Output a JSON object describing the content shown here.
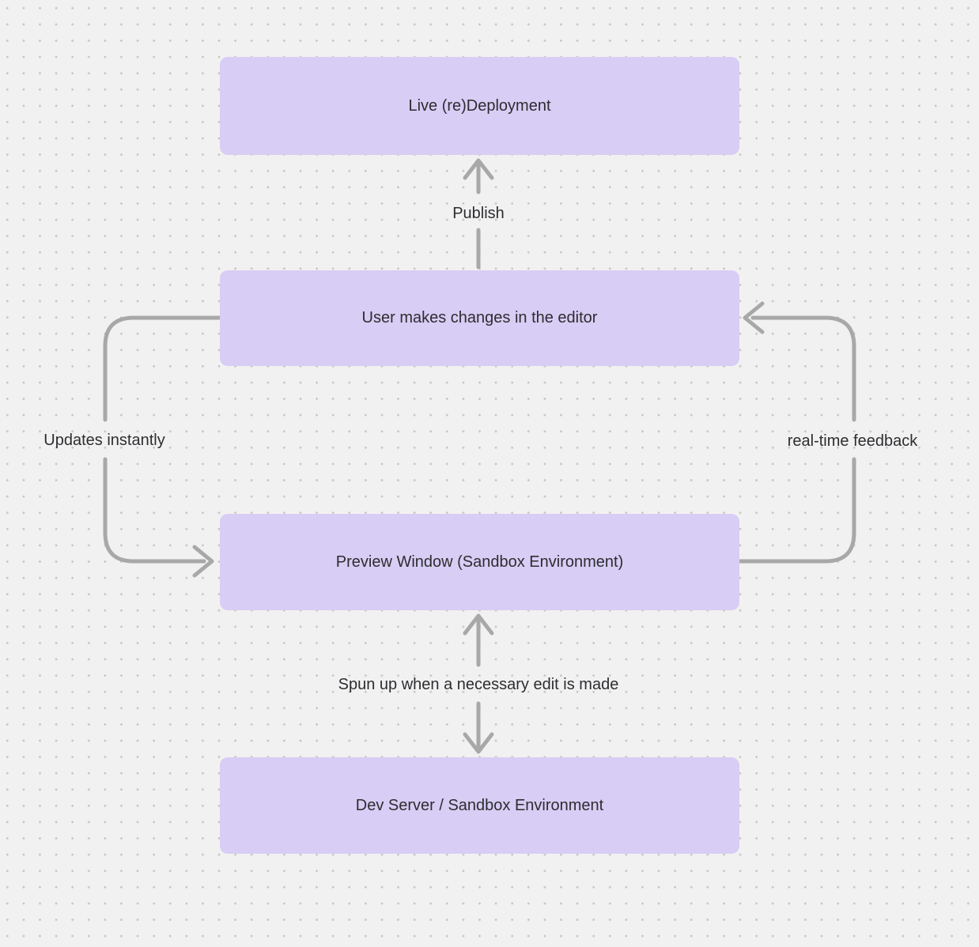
{
  "diagram": {
    "background": {
      "color": "#f2f1f1",
      "dot_color": "#c7c7c7"
    },
    "colors": {
      "node_fill": "#d8cdf4",
      "arrow": "#a8a8a8",
      "text": "#2d2d31"
    },
    "nodes": [
      {
        "id": "live-redeployment",
        "label": "Live (re)Deployment"
      },
      {
        "id": "user-changes",
        "label": "User makes changes in the editor"
      },
      {
        "id": "preview-window",
        "label": "Preview Window (Sandbox Environment)"
      },
      {
        "id": "dev-server",
        "label": "Dev Server / Sandbox Environment"
      }
    ],
    "edges": [
      {
        "id": "publish",
        "label": "Publish",
        "from": "user-changes",
        "to": "live-redeployment",
        "direction": "up"
      },
      {
        "id": "updates-instantly",
        "label": "Updates instantly",
        "from": "user-changes",
        "to": "preview-window",
        "direction": "down-left-loop"
      },
      {
        "id": "real-time-feedback",
        "label": "real-time feedback",
        "from": "preview-window",
        "to": "user-changes",
        "direction": "up-right-loop"
      },
      {
        "id": "spun-up",
        "label": "Spun up when a necessary edit is made",
        "from": "preview-window",
        "to": "dev-server",
        "direction": "both"
      }
    ]
  }
}
